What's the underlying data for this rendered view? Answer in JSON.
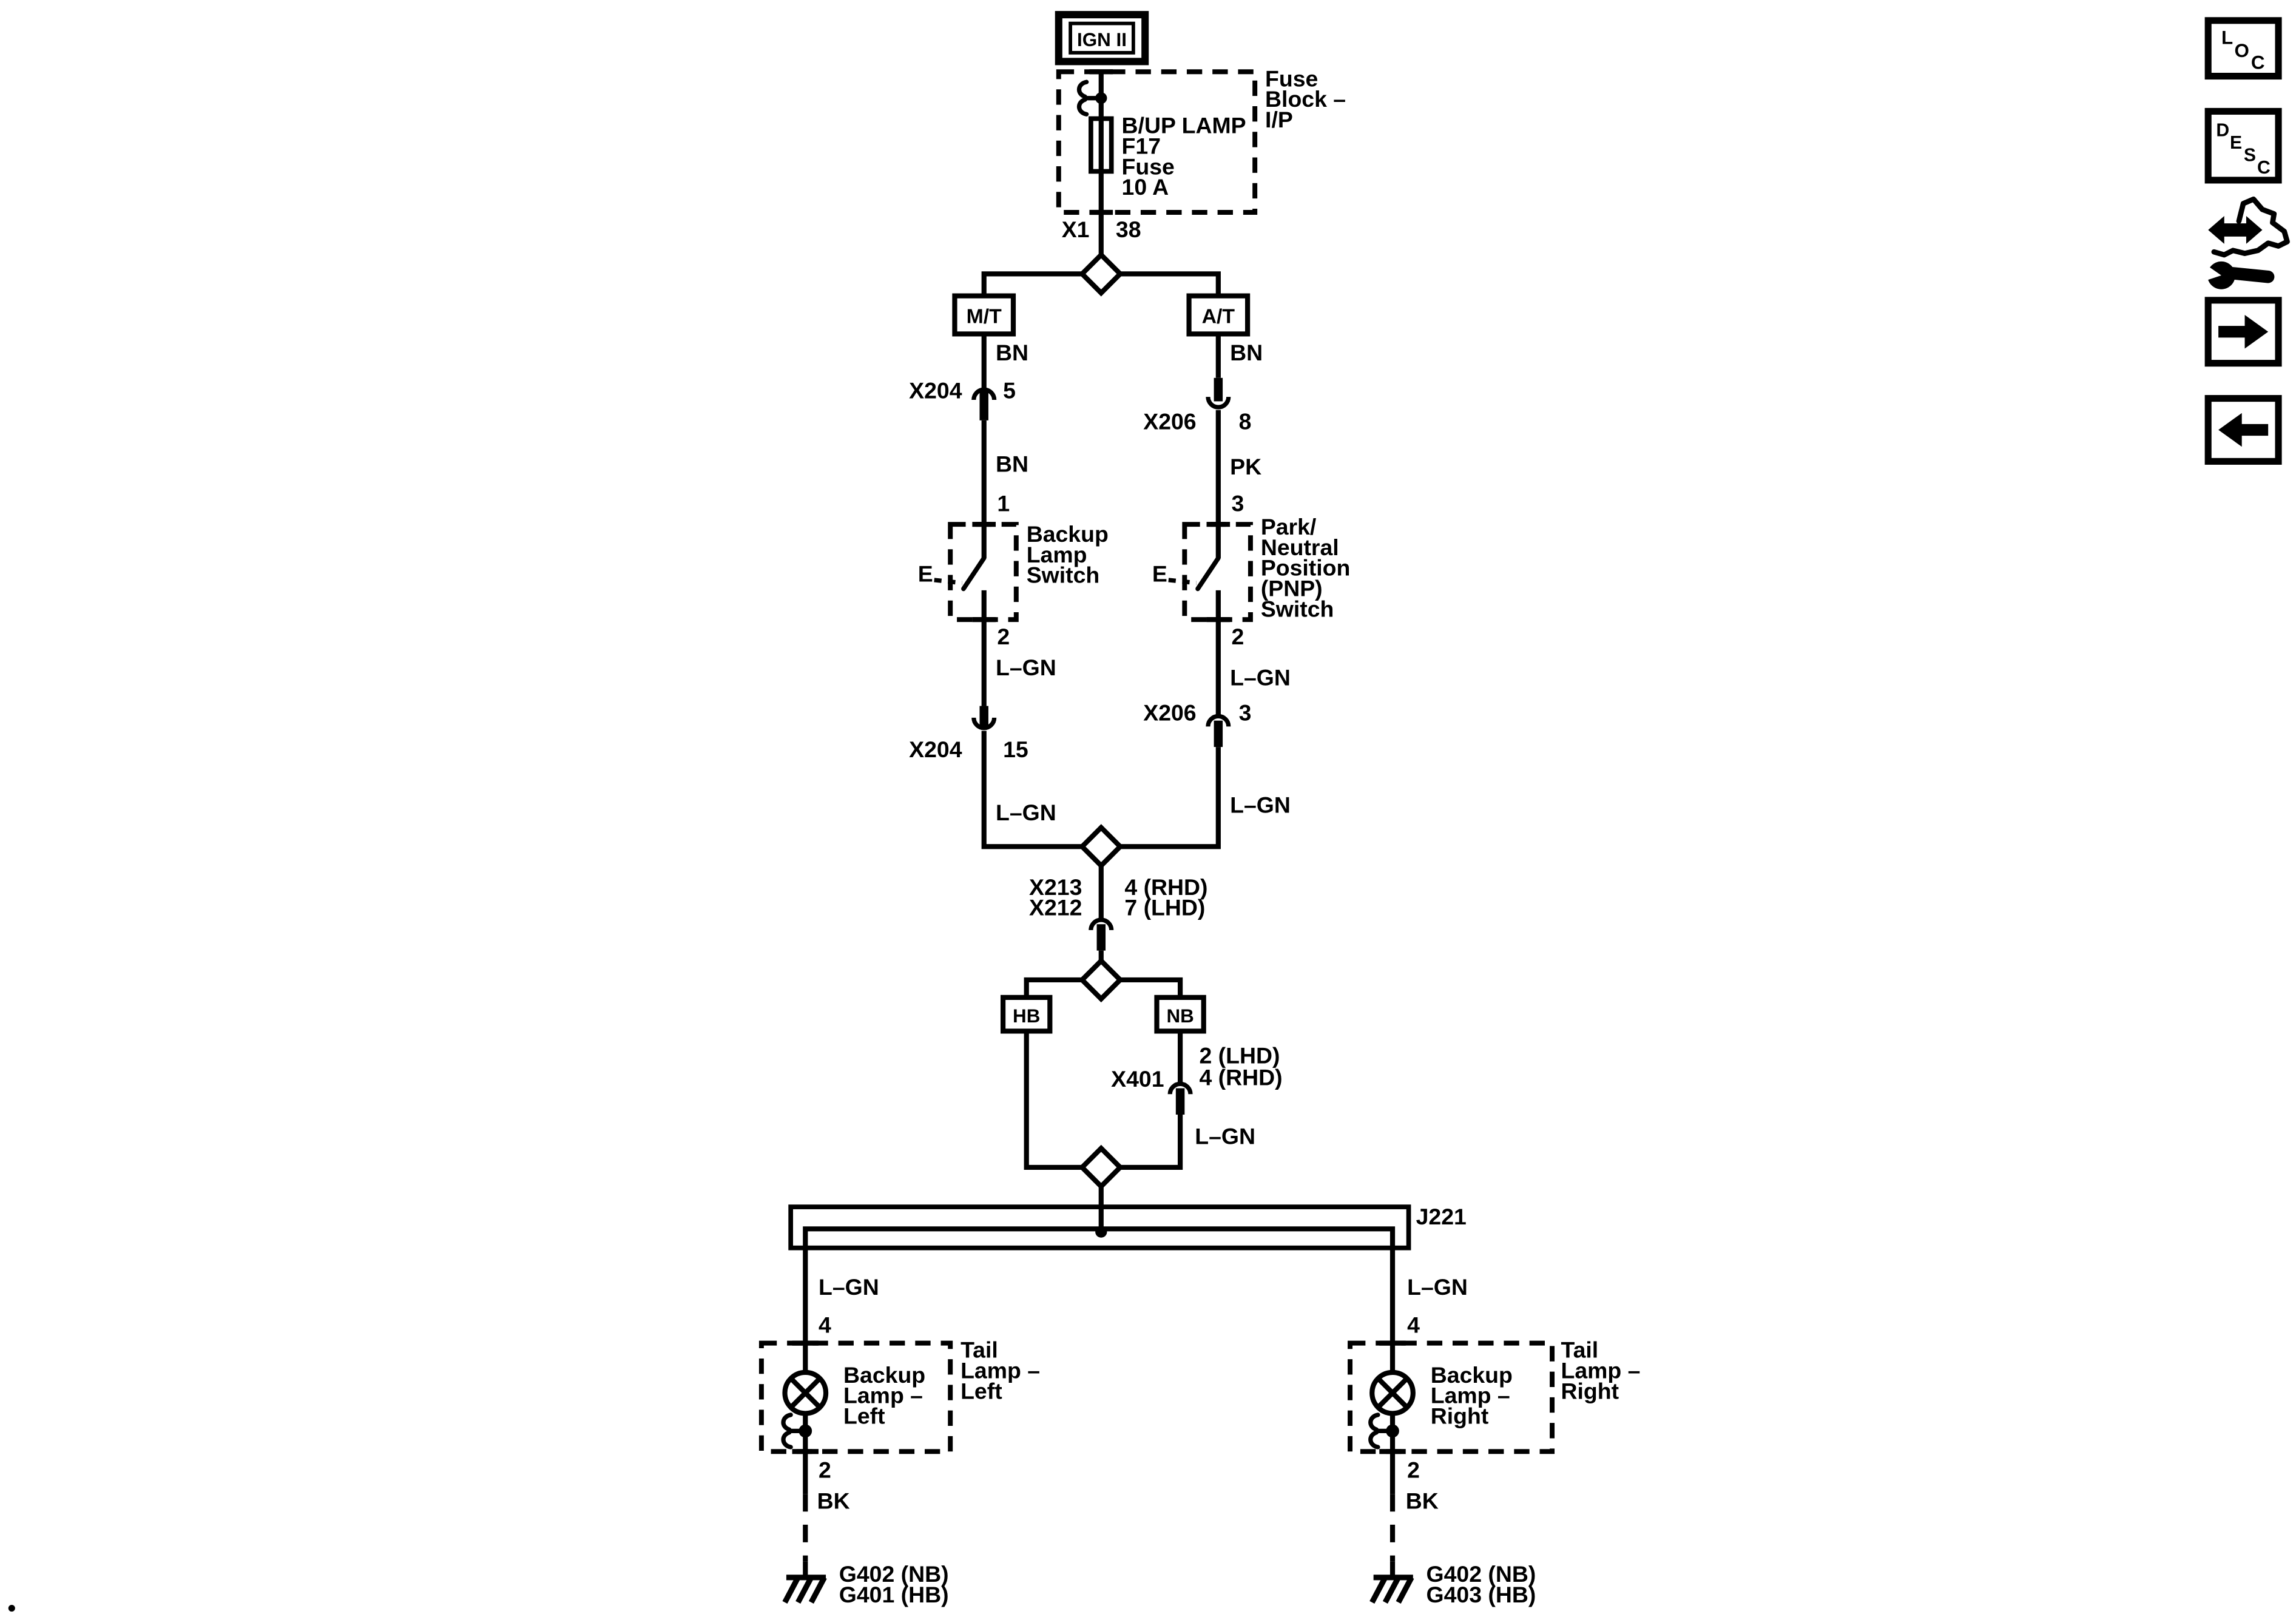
{
  "colors": {
    "ink": "#000000",
    "paper": "#ffffff"
  },
  "power": {
    "source": "IGN II"
  },
  "fuse_block": {
    "label": [
      "Fuse",
      "Block –",
      "I/P"
    ],
    "fuse": [
      "B/UP LAMP",
      "F17",
      "Fuse",
      "10 A"
    ],
    "connector": "X1",
    "pin": "38"
  },
  "branch_tags": {
    "left": "M/T",
    "right": "A/T",
    "hb": "HB",
    "nb": "NB"
  },
  "wires": {
    "bn": "BN",
    "pk": "PK",
    "lgn": "L–GN",
    "bk": "BK"
  },
  "connectors": {
    "x204": "X204",
    "x206": "X206",
    "x401": "X401",
    "x213": "X213",
    "x212": "X212"
  },
  "pins": {
    "x204_top": "5",
    "x204_bot": "15",
    "x206_top": "8",
    "x206_bot": "3",
    "sw_left_top": "1",
    "sw_left_bot": "2",
    "sw_right_top": "3",
    "sw_right_bot": "2",
    "x213": "4 (RHD)",
    "x212": "7 (LHD)",
    "x401_lhd": "2 (LHD)",
    "x401_rhd": "4 (RHD)",
    "lamp_top": "4",
    "lamp_bot": "2"
  },
  "switches": {
    "backup": [
      "Backup",
      "Lamp",
      "Switch"
    ],
    "pnp": [
      "Park/",
      "Neutral",
      "Position",
      "(PNP)",
      "Switch"
    ],
    "e": "E"
  },
  "splice": "J221",
  "lamps": {
    "left": [
      "Backup",
      "Lamp –",
      "Left"
    ],
    "right": [
      "Backup",
      "Lamp –",
      "Right"
    ],
    "tail_left": [
      "Tail",
      "Lamp –",
      "Left"
    ],
    "tail_right": [
      "Tail",
      "Lamp –",
      "Right"
    ]
  },
  "grounds": {
    "left": [
      "G402 (NB)",
      "G401 (HB)"
    ],
    "right": [
      "G402 (NB)",
      "G403 (HB)"
    ]
  },
  "sidebar": {
    "loc": [
      "L",
      "O",
      "C"
    ],
    "desc": [
      "D",
      "E",
      "S",
      "C"
    ]
  }
}
